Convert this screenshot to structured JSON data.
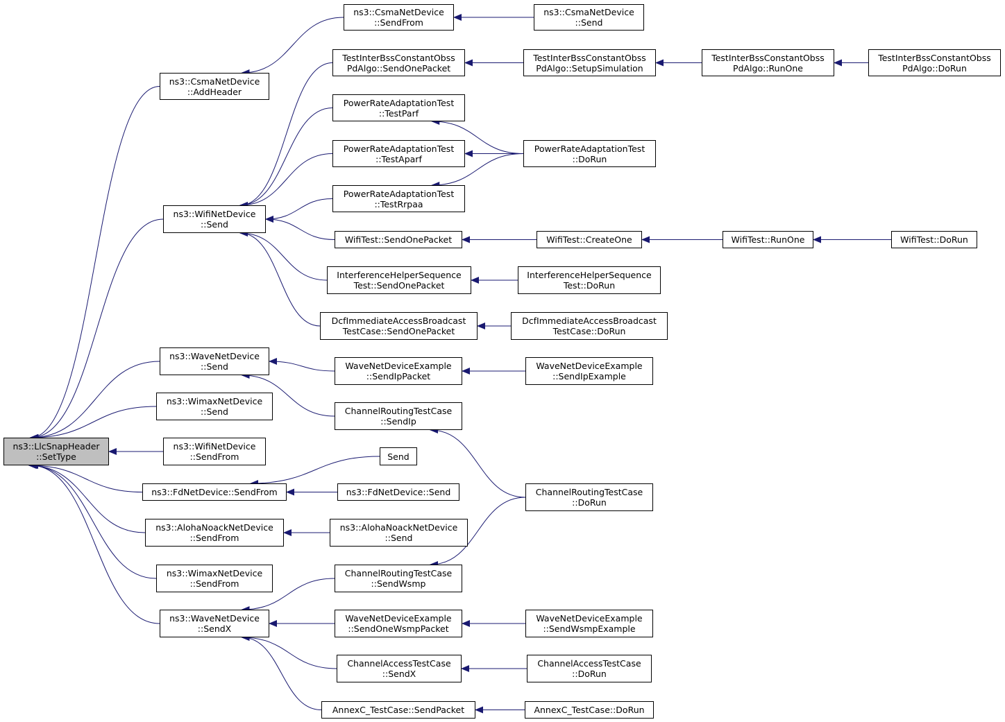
{
  "graph": {
    "edge_color": "#191970",
    "root_fill": "#bfbfbf",
    "nodes": {
      "root": {
        "line1": "ns3::LlcSnapHeader",
        "line2": "::SetType"
      },
      "csma_addheader": {
        "line1": "ns3::CsmaNetDevice",
        "line2": "::AddHeader"
      },
      "csma_sendfrom": {
        "line1": "ns3::CsmaNetDevice",
        "line2": "::SendFrom"
      },
      "csma_send": {
        "line1": "ns3::CsmaNetDevice",
        "line2": "::Send"
      },
      "ti_sendone": {
        "line1": "TestInterBssConstantObss",
        "line2": "PdAlgo::SendOnePacket"
      },
      "ti_setup": {
        "line1": "TestInterBssConstantObss",
        "line2": "PdAlgo::SetupSimulation"
      },
      "ti_runone": {
        "line1": "TestInterBssConstantObss",
        "line2": "PdAlgo::RunOne"
      },
      "ti_dorun": {
        "line1": "TestInterBssConstantObss",
        "line2": "PdAlgo::DoRun"
      },
      "pra_parf": {
        "line1": "PowerRateAdaptationTest",
        "line2": "::TestParf"
      },
      "pra_aparf": {
        "line1": "PowerRateAdaptationTest",
        "line2": "::TestAparf"
      },
      "pra_rrpaa": {
        "line1": "PowerRateAdaptationTest",
        "line2": "::TestRrpaa"
      },
      "pra_dorun": {
        "line1": "PowerRateAdaptationTest",
        "line2": "::DoRun"
      },
      "wifi_send": {
        "line1": "ns3::WifiNetDevice",
        "line2": "::Send"
      },
      "wt_sendone": {
        "line1": "WifiTest::SendOnePacket",
        "line2": ""
      },
      "wt_create": {
        "line1": "WifiTest::CreateOne",
        "line2": ""
      },
      "wt_runone": {
        "line1": "WifiTest::RunOne",
        "line2": ""
      },
      "wt_dorun": {
        "line1": "WifiTest::DoRun",
        "line2": ""
      },
      "ihs_send": {
        "line1": "InterferenceHelperSequence",
        "line2": "Test::SendOnePacket"
      },
      "ihs_dorun": {
        "line1": "InterferenceHelperSequence",
        "line2": "Test::DoRun"
      },
      "dcf_send": {
        "line1": "DcfImmediateAccessBroadcast",
        "line2": "TestCase::SendOnePacket"
      },
      "dcf_dorun": {
        "line1": "DcfImmediateAccessBroadcast",
        "line2": "TestCase::DoRun"
      },
      "wave_send": {
        "line1": "ns3::WaveNetDevice",
        "line2": "::Send"
      },
      "wnde_sendip": {
        "line1": "WaveNetDeviceExample",
        "line2": "::SendIpPacket"
      },
      "wnde_sendipex": {
        "line1": "WaveNetDeviceExample",
        "line2": "::SendIpExample"
      },
      "crtc_sendip": {
        "line1": "ChannelRoutingTestCase",
        "line2": "::SendIp"
      },
      "wimax_send": {
        "line1": "ns3::WimaxNetDevice",
        "line2": "::Send"
      },
      "wifi_sendfrom": {
        "line1": "ns3::WifiNetDevice",
        "line2": "::SendFrom"
      },
      "send": {
        "line1": "Send",
        "line2": ""
      },
      "fd_sendfrom": {
        "line1": "ns3::FdNetDevice::SendFrom",
        "line2": ""
      },
      "fd_send": {
        "line1": "ns3::FdNetDevice::Send",
        "line2": ""
      },
      "crtc_dorun": {
        "line1": "ChannelRoutingTestCase",
        "line2": "::DoRun"
      },
      "aloha_sendfrom": {
        "line1": "ns3::AlohaNoackNetDevice",
        "line2": "::SendFrom"
      },
      "aloha_send": {
        "line1": "ns3::AlohaNoackNetDevice",
        "line2": "::Send"
      },
      "wimax_sendfrom": {
        "line1": "ns3::WimaxNetDevice",
        "line2": "::SendFrom"
      },
      "crtc_sendwsmp": {
        "line1": "ChannelRoutingTestCase",
        "line2": "::SendWsmp"
      },
      "wave_sendx": {
        "line1": "ns3::WaveNetDevice",
        "line2": "::SendX"
      },
      "wnde_sendwsmp": {
        "line1": "WaveNetDeviceExample",
        "line2": "::SendOneWsmpPacket"
      },
      "wnde_sendwsmpex": {
        "line1": "WaveNetDeviceExample",
        "line2": "::SendWsmpExample"
      },
      "catc_sendx": {
        "line1": "ChannelAccessTestCase",
        "line2": "::SendX"
      },
      "catc_dorun": {
        "line1": "ChannelAccessTestCase",
        "line2": "::DoRun"
      },
      "annexc_send": {
        "line1": "AnnexC_TestCase::SendPacket",
        "line2": ""
      },
      "annexc_dorun": {
        "line1": "AnnexC_TestCase::DoRun",
        "line2": ""
      }
    },
    "edges": [
      [
        "csma_addheader",
        "root"
      ],
      [
        "wifi_send",
        "root"
      ],
      [
        "wave_send",
        "root"
      ],
      [
        "wimax_send",
        "root"
      ],
      [
        "wifi_sendfrom",
        "root"
      ],
      [
        "fd_sendfrom",
        "root"
      ],
      [
        "aloha_sendfrom",
        "root"
      ],
      [
        "wimax_sendfrom",
        "root"
      ],
      [
        "wave_sendx",
        "root"
      ],
      [
        "csma_sendfrom",
        "csma_addheader"
      ],
      [
        "csma_send",
        "csma_sendfrom"
      ],
      [
        "ti_sendone",
        "wifi_send"
      ],
      [
        "pra_parf",
        "wifi_send"
      ],
      [
        "pra_aparf",
        "wifi_send"
      ],
      [
        "pra_rrpaa",
        "wifi_send"
      ],
      [
        "wt_sendone",
        "wifi_send"
      ],
      [
        "ihs_send",
        "wifi_send"
      ],
      [
        "dcf_send",
        "wifi_send"
      ],
      [
        "ti_setup",
        "ti_sendone"
      ],
      [
        "ti_runone",
        "ti_setup"
      ],
      [
        "ti_dorun",
        "ti_runone"
      ],
      [
        "pra_dorun",
        "pra_parf"
      ],
      [
        "pra_dorun",
        "pra_aparf"
      ],
      [
        "pra_dorun",
        "pra_rrpaa"
      ],
      [
        "wt_create",
        "wt_sendone"
      ],
      [
        "wt_runone",
        "wt_create"
      ],
      [
        "wt_dorun",
        "wt_runone"
      ],
      [
        "ihs_dorun",
        "ihs_send"
      ],
      [
        "dcf_dorun",
        "dcf_send"
      ],
      [
        "wnde_sendip",
        "wave_send"
      ],
      [
        "crtc_sendip",
        "wave_send"
      ],
      [
        "wnde_sendipex",
        "wnde_sendip"
      ],
      [
        "crtc_dorun",
        "crtc_sendip"
      ],
      [
        "send",
        "fd_sendfrom"
      ],
      [
        "fd_send",
        "fd_sendfrom"
      ],
      [
        "aloha_send",
        "aloha_sendfrom"
      ],
      [
        "crtc_dorun",
        "crtc_sendwsmp"
      ],
      [
        "crtc_sendwsmp",
        "wave_sendx"
      ],
      [
        "wnde_sendwsmp",
        "wave_sendx"
      ],
      [
        "catc_sendx",
        "wave_sendx"
      ],
      [
        "annexc_send",
        "wave_sendx"
      ],
      [
        "wnde_sendwsmpex",
        "wnde_sendwsmp"
      ],
      [
        "catc_dorun",
        "catc_sendx"
      ],
      [
        "annexc_dorun",
        "annexc_send"
      ]
    ]
  }
}
